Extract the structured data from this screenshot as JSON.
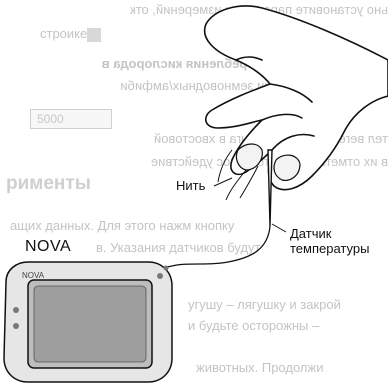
{
  "background": {
    "lines": [
      "ьно установите параметры измерений, отк",
      "строике",
      "анные в скорости потребления кислорода в",
      "внутреннем строении земноводных/амфиби",
      "5000",
      "тел вегетативного лизинга в хвостовой",
      "в их отметим вы мотсиятнос удействие",
      "рименты",
      "ащих данных. Для этого нажм кнопку",
      "в. Указания датчиков будут",
      "угушу – лягушку и закрой",
      "и будьте осторожны –",
      "животных. Продолжи"
    ]
  },
  "labels": {
    "thread": "Нить",
    "sensor_line1": "Датчик",
    "sensor_line2": "температуры",
    "device_brand": "NOVA",
    "device_logo": "NOVA"
  },
  "colors": {
    "ink": "#111111",
    "background_text": "#c4c4c4",
    "device_body": "#e6e6e6",
    "device_screen": "#bdbdbd"
  }
}
